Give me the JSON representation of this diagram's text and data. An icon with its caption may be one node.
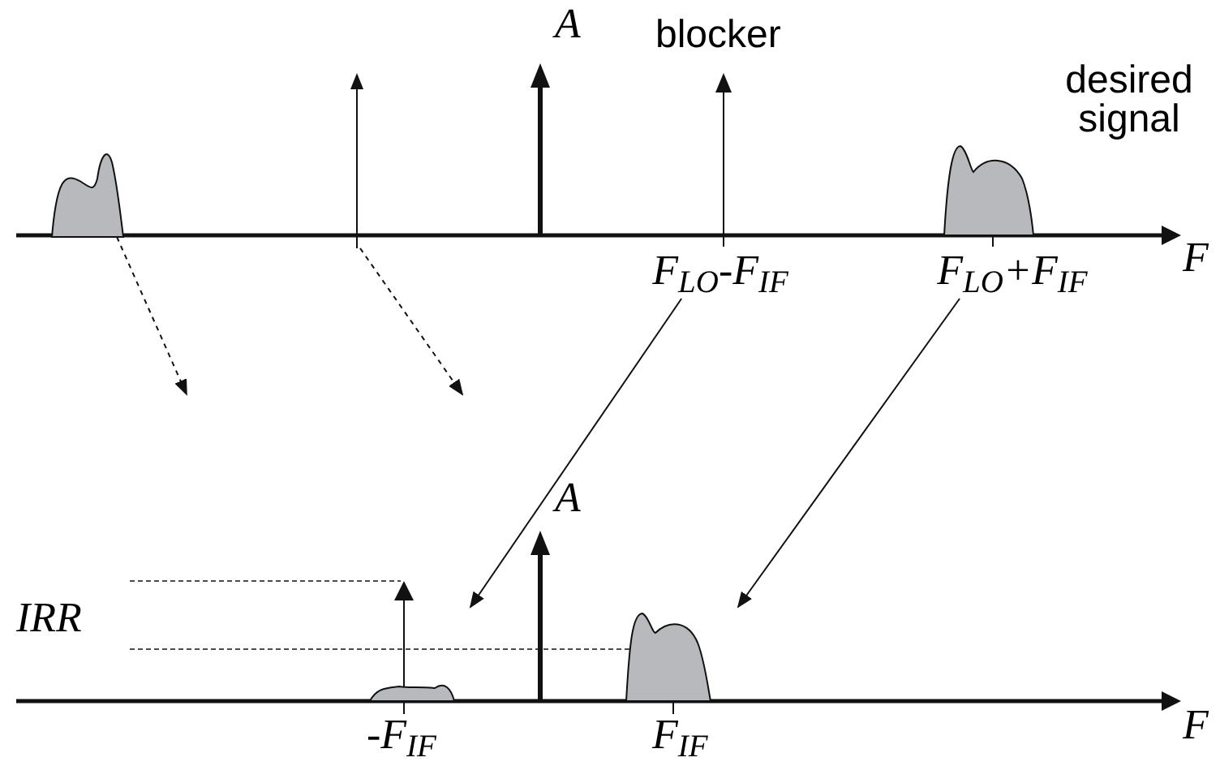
{
  "diagram": {
    "nodes": [
      {
        "text": [],
        "shape": "hump"
      },
      {
        "text": [],
        "shape": "bar"
      },
      {
        "text": [
          "F$_{LO}$-F$_{IF}$"
        ]
      },
      {
        "text": [
          "F$_{LO}$+F$_{IF}$"
        ]
      },
      {
        "text": [],
        "shape": "hump"
      },
      {
        "text": [],
        "shape": "hump"
      },
      {
        "text": [],
        "shape": "hump"
      }
    ],
    "edges": [
      {
        "from": 0,
        "to": null,
        "arrow": "to",
        "style": "dashed"
      },
      {
        "from": 1,
        "to": null,
        "arrow": "to",
        "style": "dashed"
      },
      {
        "from": 2,
        "to": null,
        "arrow": "to"
      },
      {
        "from": 3,
        "to": null,
        "arrow": "to"
      }
    ],
    "labels": [
      "A",
      "blocker",
      "desired signal",
      "F",
      "A",
      "IRR",
      "-F$_{IF}$",
      "F$_{IF}$",
      "F"
    ]
  }
}
